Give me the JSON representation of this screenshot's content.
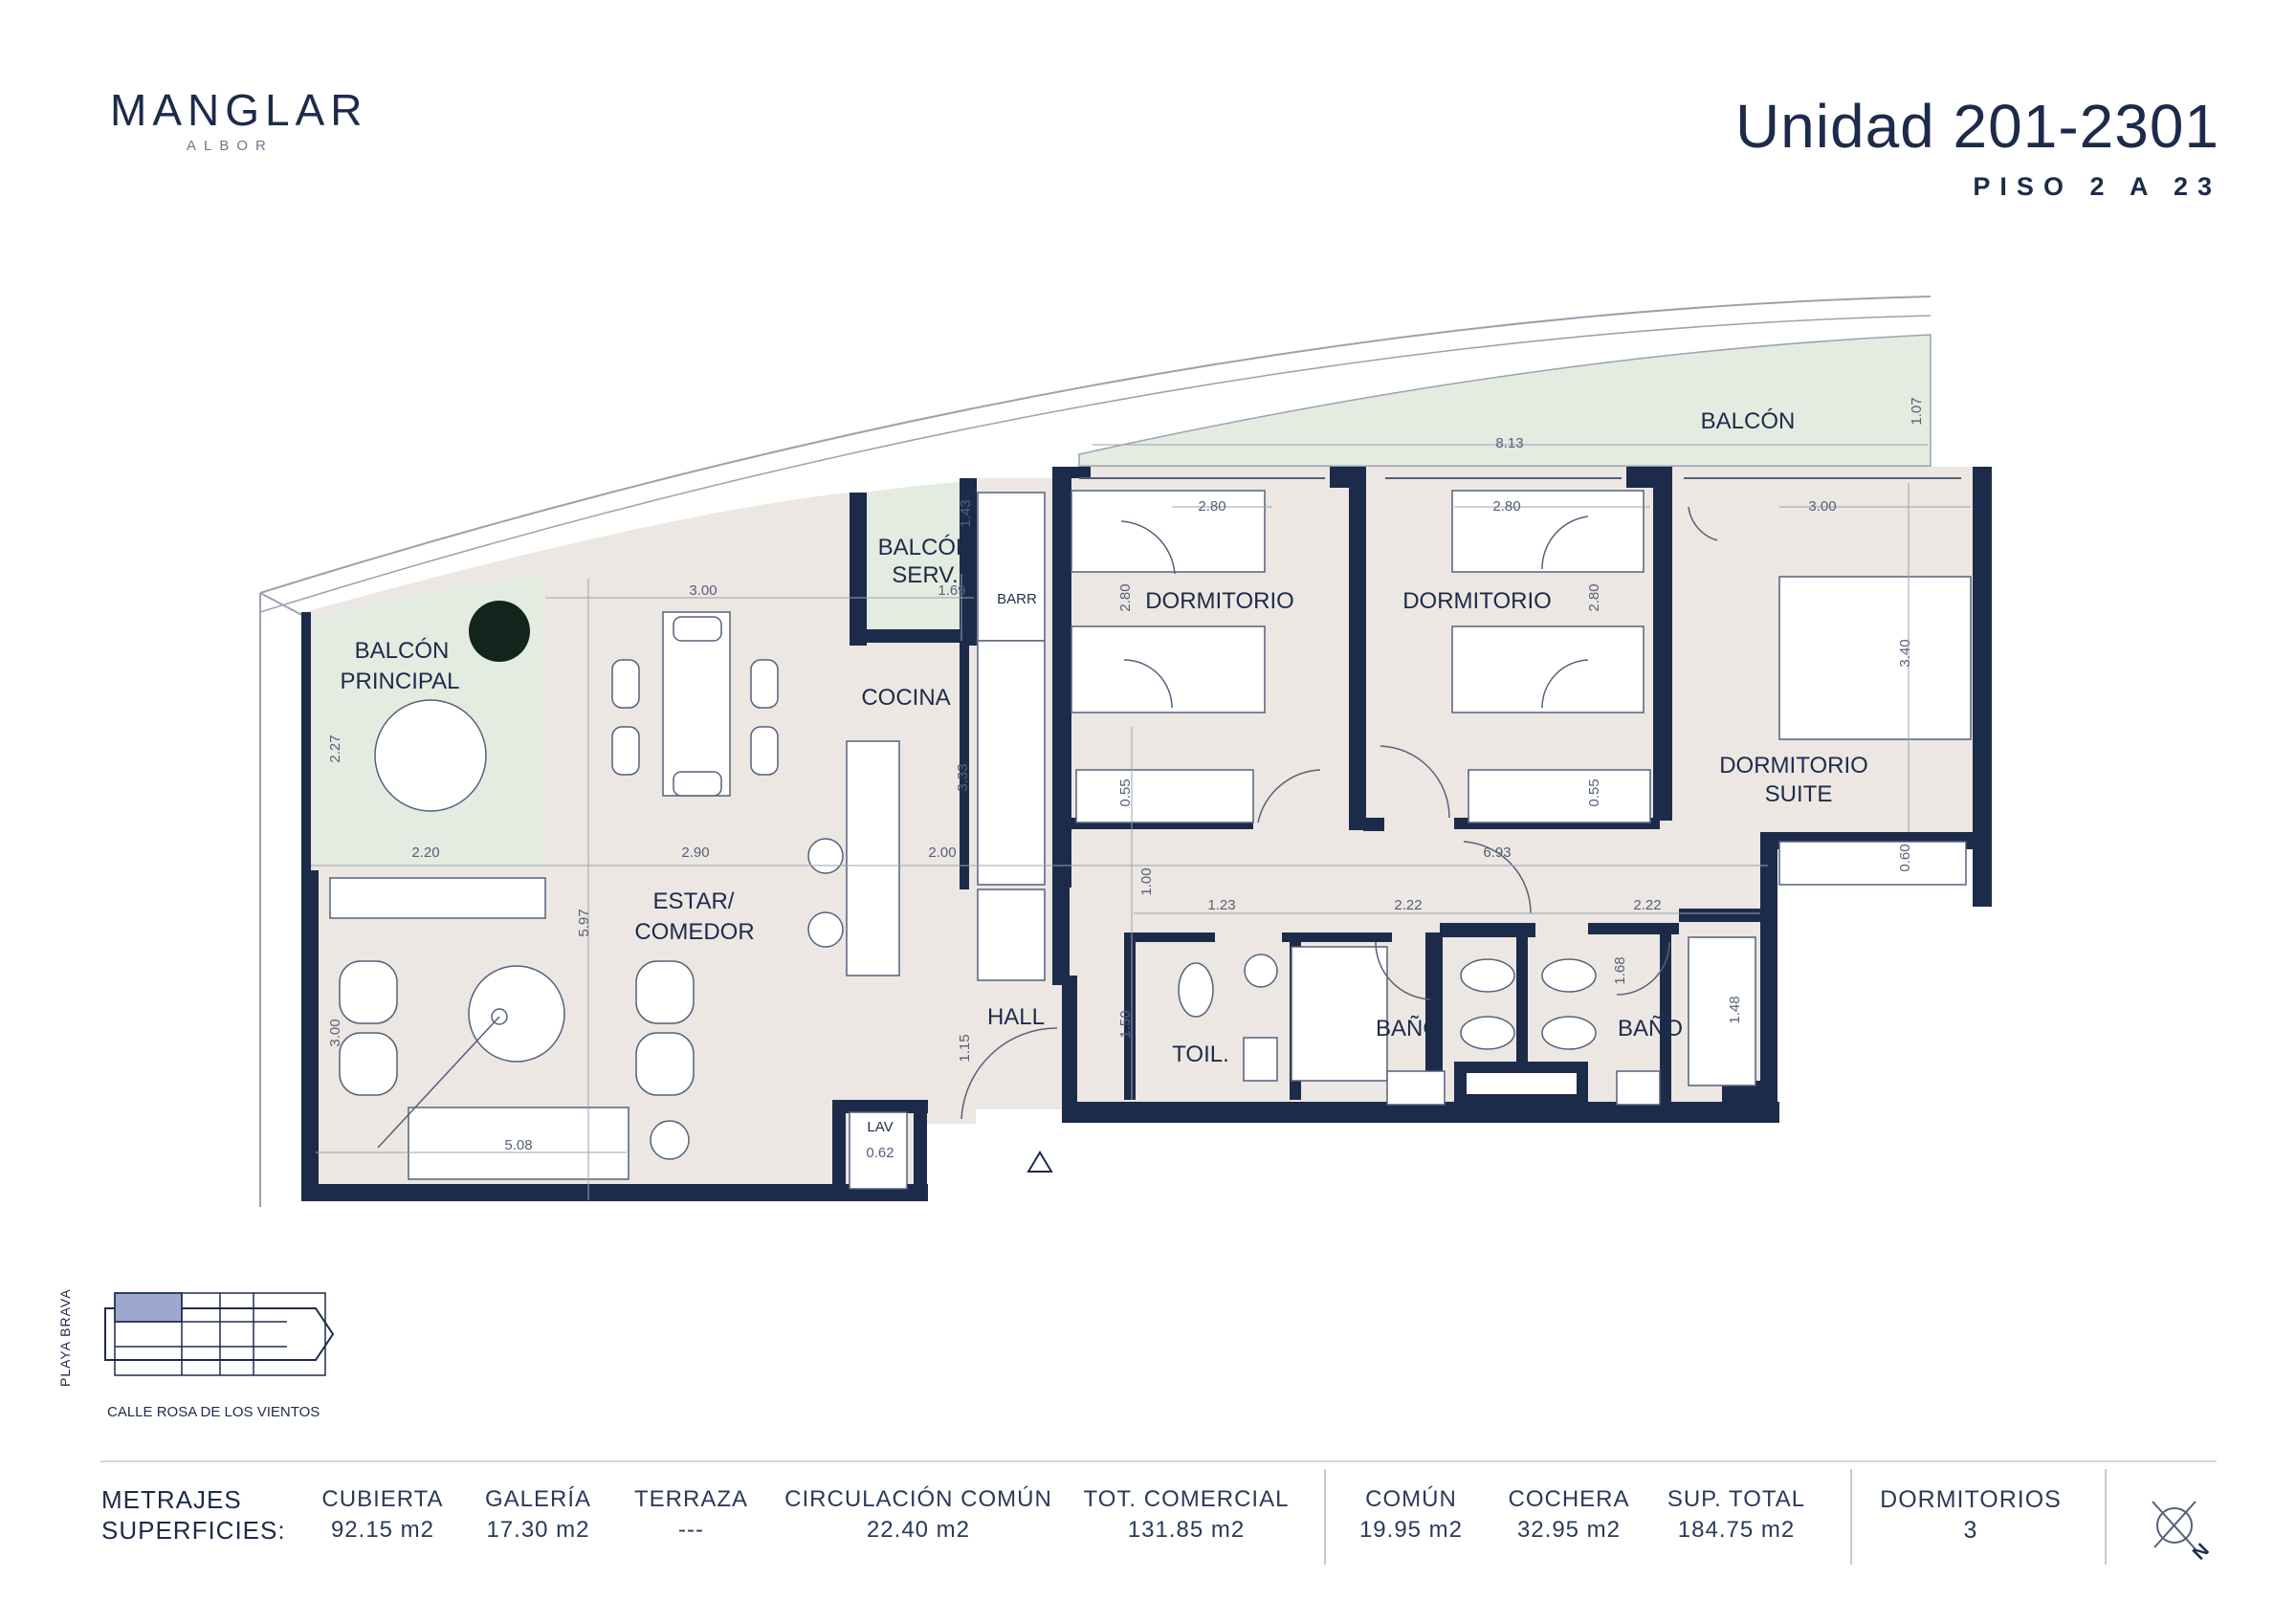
{
  "brand": {
    "name": "MANGLAR",
    "sub": "ALBOR"
  },
  "unit": {
    "title": "Unidad 201-2301",
    "floor": "PISO 2 A 23"
  },
  "rooms": {
    "balcon": "BALCÓN",
    "balcon_serv_1": "BALCÓN",
    "balcon_serv_2": "SERV.",
    "balcon_principal_1": "BALCÓN",
    "balcon_principal_2": "PRINCIPAL",
    "cocina": "COCINA",
    "estar_1": "ESTAR/",
    "estar_2": "COMEDOR",
    "dormitorio_1": "DORMITORIO",
    "dormitorio_2": "DORMITORIO",
    "suite_1": "DORMITORIO",
    "suite_2": "SUITE",
    "hall": "HALL",
    "toil": "TOIL.",
    "bano_1": "BAÑO",
    "bano_2": "BAÑO",
    "barr": "BARR",
    "lav": "LAV"
  },
  "dimensions": {
    "d_8_13": "8.13",
    "d_1_07": "1.07",
    "d_2_80a": "2.80",
    "d_2_80b": "2.80",
    "d_3_00a": "3.00",
    "d_1_43": "1.43",
    "d_1_69": "1.69",
    "d_3_00b": "3.00",
    "d_2_80c": "2.80",
    "d_2_80d": "2.80",
    "d_3_40": "3.40",
    "d_2_27": "2.27",
    "d_3_33": "3.33",
    "d_0_55a": "0.55",
    "d_0_55b": "0.55",
    "d_2_20": "2.20",
    "d_2_90": "2.90",
    "d_2_00": "2.00",
    "d_6_93": "6.93",
    "d_0_60": "0.60",
    "d_1_00": "1.00",
    "d_1_23": "1.23",
    "d_2_22a": "2.22",
    "d_2_22b": "2.22",
    "d_5_97": "5.97",
    "d_1_68": "1.68",
    "d_1_48": "1.48",
    "d_1_50": "1.50",
    "d_3_00c": "3.00",
    "d_1_15": "1.15",
    "d_5_08": "5.08",
    "d_0_62": "0.62"
  },
  "keyplan": {
    "street": "CALLE ROSA DE LOS VIENTOS",
    "beach": "PLAYA BRAVA"
  },
  "table": {
    "title_1": "METRAJES",
    "title_2": "SUPERFICIES:",
    "cols": [
      {
        "label": "CUBIERTA",
        "value": "92.15 m2"
      },
      {
        "label": "GALERÍA",
        "value": "17.30 m2"
      },
      {
        "label": "TERRAZA",
        "value": "---"
      },
      {
        "label": "CIRCULACIÓN COMÚN",
        "value": "22.40 m2"
      },
      {
        "label": "TOT. COMERCIAL",
        "value": "131.85 m2"
      },
      {
        "label": "COMÚN",
        "value": "19.95 m2"
      },
      {
        "label": "COCHERA",
        "value": "32.95 m2"
      },
      {
        "label": "SUP. TOTAL",
        "value": "184.75 m2"
      },
      {
        "label": "DORMITORIOS",
        "value": "3"
      }
    ]
  },
  "compass": {
    "label": "N"
  },
  "colors": {
    "wall": "#1d2b4a",
    "floor": "#ece7e2",
    "balcony": "#e4ebe0",
    "accent": "#9ea8cc"
  }
}
